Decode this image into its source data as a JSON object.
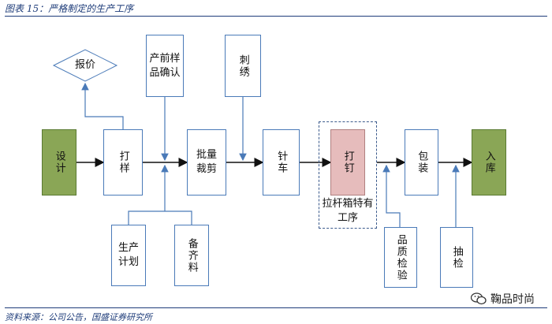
{
  "header": {
    "title": "图表 15：严格制定的生产工序"
  },
  "footer": {
    "source": "资料来源：公司公告，国盛证券研究所"
  },
  "watermark": {
    "text": "鞠品时尚",
    "icon": "wechat-icon"
  },
  "nodes": {
    "design": "设计",
    "quote": "报价",
    "sample": "打样",
    "preconfirm": "产前样品确认",
    "cutting": "批量裁剪",
    "embroidery": "刺绣",
    "sewing": "针车",
    "riveting": "打钉",
    "packing": "包装",
    "warehouse": "入库",
    "planning": "生产计划",
    "materials": "备齐料",
    "qc": "品质检验",
    "spotcheck": "抽检"
  },
  "annotations": {
    "special": "拉杆箱特有工序"
  },
  "colors": {
    "accent": "#1f3d7a",
    "box_border": "#4a7ab8",
    "green": "#8aa656",
    "pink": "#e6bcbc"
  }
}
